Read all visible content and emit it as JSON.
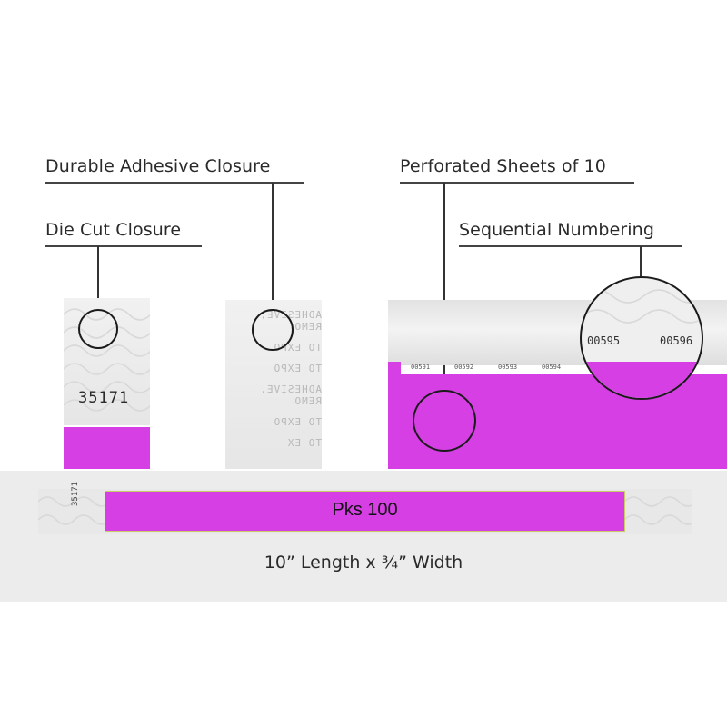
{
  "callouts": {
    "durable_adhesive": "Durable Adhesive Closure",
    "die_cut": "Die Cut Closure",
    "perforated_sheets": "Perforated Sheets of 10",
    "sequential_numbering": "Sequential Numbering"
  },
  "band_left": {
    "number": "35171"
  },
  "adhesive_text": {
    "line1": "ADHESIVE, REMO",
    "line2": "TO EXPO",
    "line3": "TO EXPO",
    "line4": "ADHESIVE, REMO",
    "line5": "TO EXPO",
    "line6": "TO EX"
  },
  "sheet_numbers": [
    "00591",
    "00592",
    "00593",
    "00594"
  ],
  "zoom_numbers": [
    "00595",
    "00596"
  ],
  "strip": {
    "side_number": "35171",
    "pack_label": "Pks 100"
  },
  "dimensions": "10” Length x ¾” Width",
  "colors": {
    "accent": "#d63fe3",
    "band_gray": "#e9e9e9",
    "footer_gray": "#eeeeee"
  }
}
